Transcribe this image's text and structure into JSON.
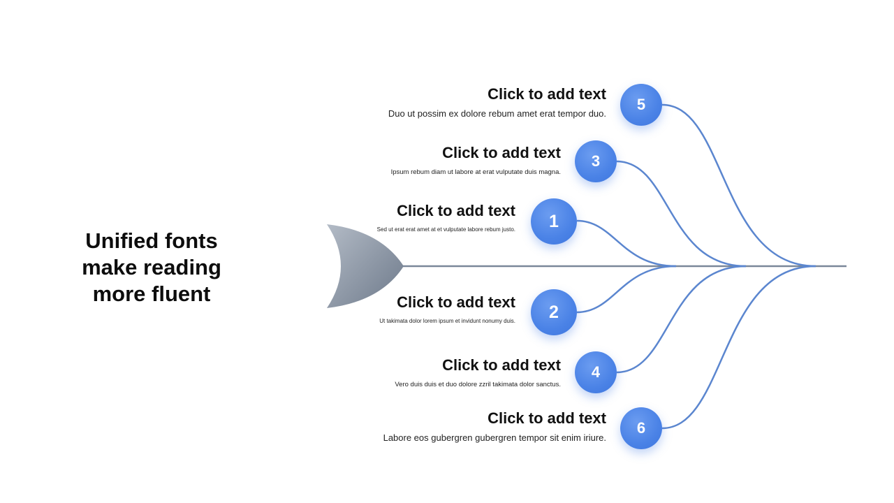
{
  "title": {
    "line1": "Unified fonts",
    "line2": "make reading",
    "line3": "more fluent"
  },
  "items": [
    {
      "number": "1",
      "heading": "Click to add text",
      "body": "Sed ut erat erat amet at et vulputate labore rebum justo."
    },
    {
      "number": "2",
      "heading": "Click to add text",
      "body": "Ut takimata dolor lorem ipsum et invidunt nonumy duis."
    },
    {
      "number": "3",
      "heading": "Click to add text",
      "body": "Ipsum rebum diam ut labore at erat vulputate duis magna."
    },
    {
      "number": "4",
      "heading": "Click to add text",
      "body": "Vero duis duis et duo dolore zzril takimata dolor sanctus."
    },
    {
      "number": "5",
      "heading": "Click to add text",
      "body": "Duo ut possim ex dolore rebum amet erat tempor duo."
    },
    {
      "number": "6",
      "heading": "Click to add text",
      "body": "Labore eos gubergren gubergren tempor sit enim iriure."
    }
  ],
  "colors": {
    "accent": "#4a82e6",
    "line": "#5b86cf",
    "spine": "#7a8799",
    "head_light": "#aab3bf",
    "head_dark": "#6f7b8c"
  }
}
